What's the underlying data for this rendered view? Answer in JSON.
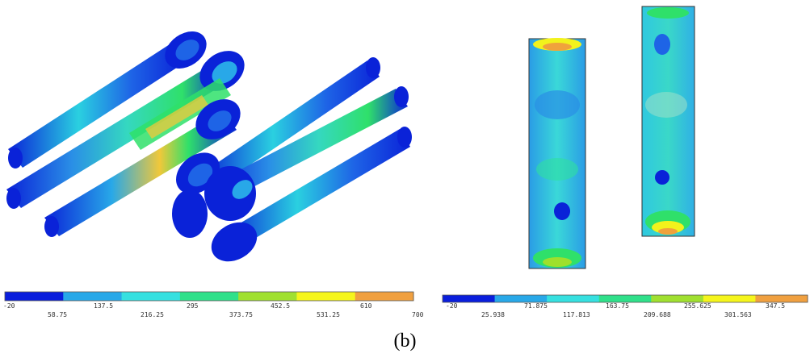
{
  "caption": "(b)",
  "colors": {
    "background": "#ffffff",
    "body_blue": "#0a22d8",
    "low_blue": "#1e64e6",
    "cyan_blue": "#28a8e8",
    "cyan": "#3ad8e0",
    "green": "#2fe06a",
    "yellow_green": "#9ee02c",
    "yellow": "#f2f21c",
    "orange": "#f0a23c",
    "outline": "#10107a"
  },
  "left_panel": {
    "description_icon": "bolt-assembly-stress-contour",
    "legend": {
      "colors": [
        "#0a1edc",
        "#28a8e8",
        "#36e0e0",
        "#30e08a",
        "#a0e030",
        "#f5f51c",
        "#f0a040"
      ],
      "ticks_upper": [
        "-20",
        "137.5",
        "295",
        "452.5",
        "610"
      ],
      "ticks_lower": [
        "58.75",
        "216.25",
        "373.75",
        "531.25"
      ],
      "tick_end": "700"
    }
  },
  "right_panel": {
    "description_icon": "cylinder-stress-contour",
    "legend": {
      "colors": [
        "#0a1edc",
        "#28a8e8",
        "#36e0e0",
        "#30e08a",
        "#a0e030",
        "#f5f51c",
        "#f0a040"
      ],
      "ticks_upper": [
        "-20",
        "71.875",
        "163.75",
        "255.625",
        "347.5"
      ],
      "ticks_lower": [
        "25.938",
        "117.813",
        "209.688",
        "301.563"
      ]
    }
  }
}
